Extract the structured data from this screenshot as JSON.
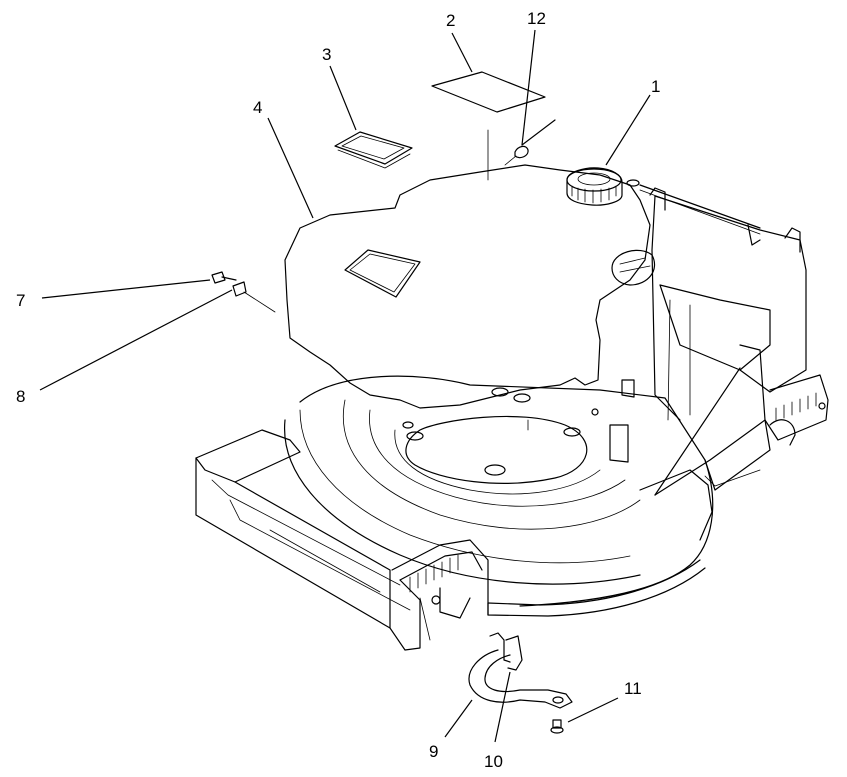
{
  "callouts": [
    {
      "id": "1",
      "label": "1"
    },
    {
      "id": "2",
      "label": "2"
    },
    {
      "id": "3",
      "label": "3"
    },
    {
      "id": "4",
      "label": "4"
    },
    {
      "id": "7",
      "label": "7"
    },
    {
      "id": "8",
      "label": "8"
    },
    {
      "id": "9",
      "label": "9"
    },
    {
      "id": "10",
      "label": "10"
    },
    {
      "id": "11",
      "label": "11"
    },
    {
      "id": "12",
      "label": "12"
    }
  ]
}
